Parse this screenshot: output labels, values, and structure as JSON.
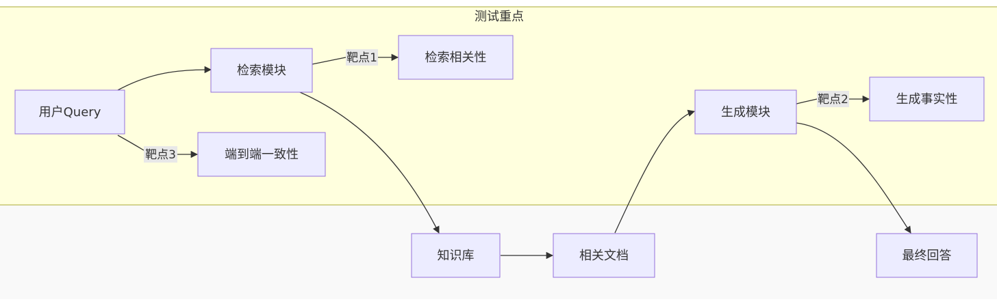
{
  "colors": {
    "cluster_fill": "#ffffde",
    "cluster_stroke": "#aaaa33",
    "lower_band_fill": "#f9f9f9",
    "node_fill": "#ececff",
    "node_stroke": "#9370db",
    "edge": "#333333",
    "edge_label_bg": "#e8e8e8",
    "text": "#333333"
  },
  "cluster": {
    "title": "测试重点"
  },
  "nodes": {
    "user_query": "用户Query",
    "retrieval_module": "检索模块",
    "retrieval_relevance": "检索相关性",
    "end_to_end": "端到端一致性",
    "knowledge_base": "知识库",
    "related_docs": "相关文档",
    "generation_module": "生成模块",
    "generation_factuality": "生成事实性",
    "final_answer": "最终回答"
  },
  "edge_labels": {
    "target1": "靶点1",
    "target2": "靶点2",
    "target3": "靶点3"
  }
}
